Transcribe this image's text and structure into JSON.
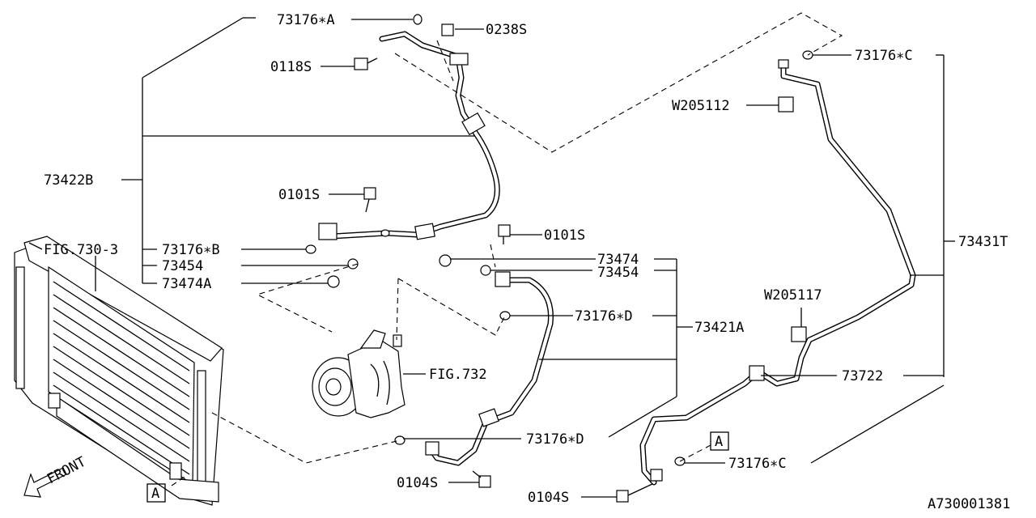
{
  "diagram": {
    "parts": {
      "p73176_a": "73176∗A",
      "p0238s": "0238S",
      "p0118s": "0118S",
      "p73422b": "73422B",
      "p0101s_top": "0101S",
      "p73176_b": "73176∗B",
      "p73454_left": "73454",
      "p73474a": "73474A",
      "fig730": "FIG.730-3",
      "p0101s_mid": "0101S",
      "p73474": "73474",
      "p73454_right": "73454",
      "p73176_d_upper": "73176∗D",
      "p73421a": "73421A",
      "fig732": "FIG.732",
      "p73176_d_lower": "73176∗D",
      "p0104s_mid": "0104S",
      "p73176_c_top": "73176∗C",
      "w205112": "W205112",
      "p73431t": "73431T",
      "w205117": "W205117",
      "p73722": "73722",
      "p73176_c_bottom": "73176∗C",
      "p0104s_right": "0104S"
    },
    "ref_markers": {
      "a_left": "A",
      "a_right": "A"
    },
    "front_label": "FRONT",
    "drawing_number": "A730001381"
  }
}
